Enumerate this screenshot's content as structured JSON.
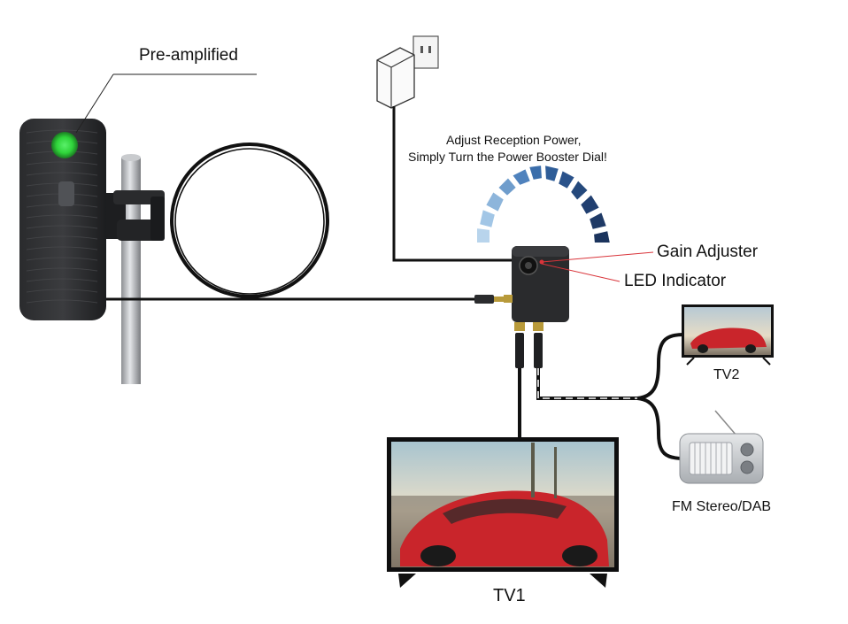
{
  "labels": {
    "pre_amplified": "Pre-amplified",
    "adjust_line1": "Adjust Reception Power,",
    "adjust_line2": "Simply Turn the Power Booster Dial!",
    "gain_adjuster": "Gain Adjuster",
    "led_indicator": "LED Indicator",
    "tv2": "TV2",
    "fm_radio": "FM Stereo/DAB",
    "tv1": "TV1"
  },
  "colors": {
    "led_green": "#2fd43a",
    "power_arc_light": "#a9cbe8",
    "power_arc_dark": "#1f3a66",
    "gain_pointer": "#d9343a",
    "cable": "#111111",
    "car_red": "#c9252b"
  }
}
